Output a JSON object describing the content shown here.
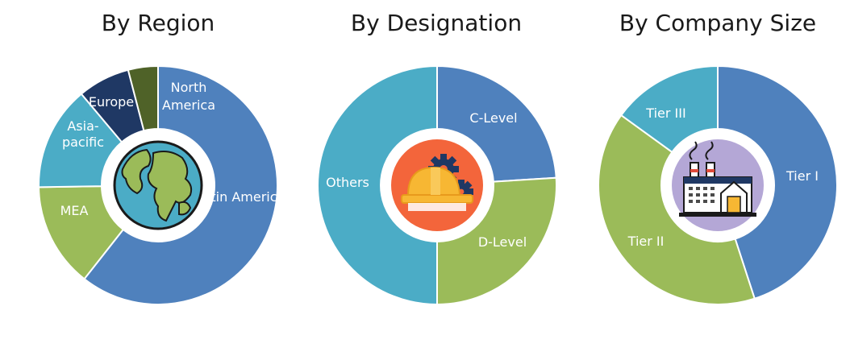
{
  "colors": {
    "blue": "#4f81bd",
    "green": "#9bbb59",
    "teal": "#4bacc6",
    "navy": "#1f3864",
    "olive": "#4f6228",
    "ring_gap": "#ffffff"
  },
  "chart_data": [
    {
      "type": "pie",
      "title": "By Region",
      "center_icon": "globe-icon",
      "slices": [
        {
          "label": "North America",
          "value": 60,
          "color": "#4f81bd"
        },
        {
          "label": "Europe",
          "value": 14,
          "color": "#9bbb59"
        },
        {
          "label": "Asia-pacific",
          "value": 14,
          "color": "#4bacc6"
        },
        {
          "label": "MEA",
          "value": 7,
          "color": "#1f3864"
        },
        {
          "label": "Latin America",
          "value": 4,
          "color": "#4f6228"
        }
      ]
    },
    {
      "type": "pie",
      "title": "By Designation",
      "center_icon": "helmet-gears-icon",
      "slices": [
        {
          "label": "C-Level",
          "value": 24,
          "color": "#4f81bd"
        },
        {
          "label": "D-Level",
          "value": 26,
          "color": "#9bbb59"
        },
        {
          "label": "Others",
          "value": 50,
          "color": "#4bacc6"
        }
      ]
    },
    {
      "type": "pie",
      "title": "By Company Size",
      "center_icon": "factory-icon",
      "slices": [
        {
          "label": "Tier I",
          "value": 45,
          "color": "#4f81bd"
        },
        {
          "label": "Tier II",
          "value": 40,
          "color": "#9bbb59"
        },
        {
          "label": "Tier III",
          "value": 15,
          "color": "#4bacc6"
        }
      ]
    }
  ]
}
